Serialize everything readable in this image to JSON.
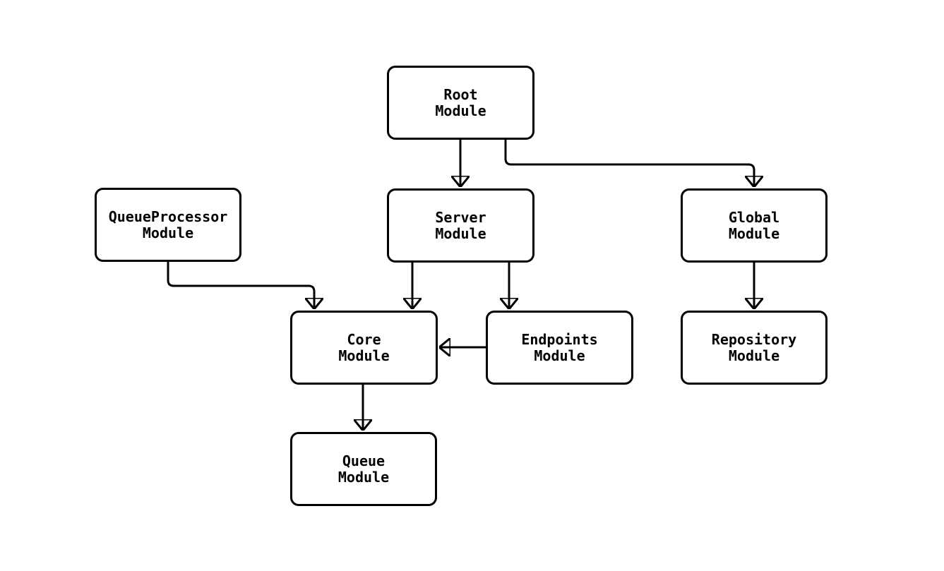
{
  "diagram": {
    "type": "flowchart",
    "background_color": "#ffffff",
    "node_fill": "#ffffff",
    "node_border_color": "#000000",
    "edge_color": "#000000",
    "text_color": "#000000",
    "nodes": [
      {
        "id": "root",
        "label": "Root\nModule"
      },
      {
        "id": "server",
        "label": "Server\nModule"
      },
      {
        "id": "queueprocessor",
        "label": "QueueProcessor\nModule"
      },
      {
        "id": "global",
        "label": "Global\nModule"
      },
      {
        "id": "core",
        "label": "Core\nModule"
      },
      {
        "id": "endpoints",
        "label": "Endpoints\nModule"
      },
      {
        "id": "repository",
        "label": "Repository\nModule"
      },
      {
        "id": "queue",
        "label": "Queue\nModule"
      }
    ],
    "edges": [
      {
        "from": "root",
        "to": "server"
      },
      {
        "from": "root",
        "to": "global"
      },
      {
        "from": "server",
        "to": "core"
      },
      {
        "from": "server",
        "to": "endpoints"
      },
      {
        "from": "queueprocessor",
        "to": "core"
      },
      {
        "from": "endpoints",
        "to": "core"
      },
      {
        "from": "global",
        "to": "repository"
      },
      {
        "from": "core",
        "to": "queue"
      }
    ]
  }
}
